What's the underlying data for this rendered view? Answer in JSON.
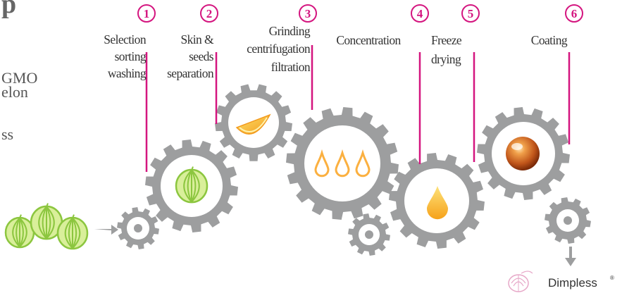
{
  "left_text_fragments": [
    "p",
    "GMO",
    "elon",
    "ss"
  ],
  "colors": {
    "gear": "#9d9e9f",
    "accent": "#d4157f",
    "melon_green": "#8cc63f",
    "melon_light": "#d9ef9a",
    "orange": "#f7941d",
    "drop_yellow": "#fbb040",
    "sphere": "#c0551a",
    "text": "#333333",
    "brand": "#333333"
  },
  "steps": [
    {
      "number": "1",
      "lines": [
        "Selection",
        "sorting",
        "washing"
      ]
    },
    {
      "number": "2",
      "lines": [
        "Skin &",
        "seeds",
        "separation"
      ]
    },
    {
      "number": "3",
      "lines": [
        "Grinding",
        "centrifugation",
        "filtration"
      ]
    },
    {
      "number": "4",
      "lines": [
        "Concentration"
      ]
    },
    {
      "number": "5",
      "lines": [
        "Freeze",
        "drying"
      ]
    },
    {
      "number": "6",
      "lines": [
        "Coating"
      ]
    }
  ],
  "icons": {
    "melons": "melon-icon",
    "melon_in_gear": "melon-icon",
    "melon_slice": "melon-slice-icon",
    "drops": "drop-icon",
    "single_drop": "drop-icon",
    "sphere": "coated-sphere-icon",
    "logo": "dimpless-logo-icon"
  },
  "brand": {
    "name": "Dimpless",
    "mark": "®"
  }
}
